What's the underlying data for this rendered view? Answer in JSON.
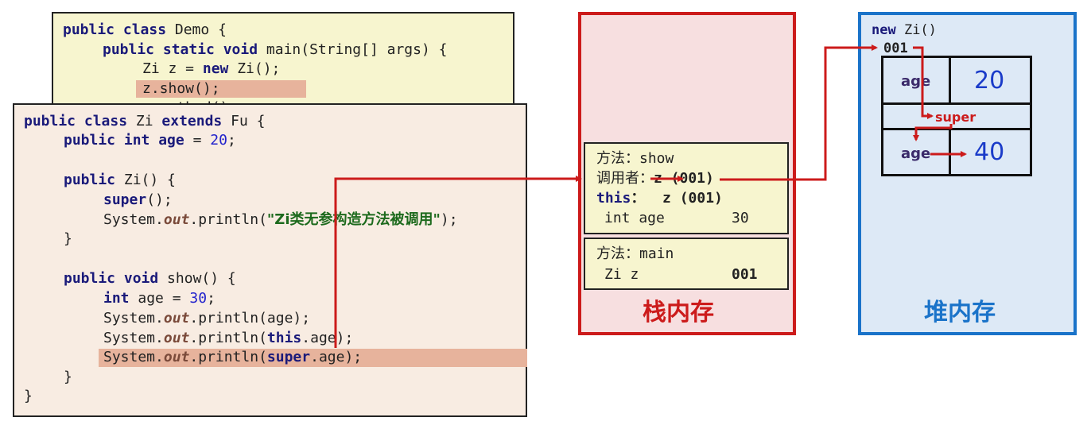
{
  "demo_code": {
    "line1": [
      "public class",
      " Demo {"
    ],
    "line2": [
      "public static void",
      " main(String[] args) {"
    ],
    "line3": [
      "Zi z = ",
      "new",
      " Zi();"
    ],
    "line4": "z.show();",
    "line5": "z.method();"
  },
  "zi_code": {
    "line1": [
      "public class",
      " Zi ",
      "extends",
      " Fu {"
    ],
    "line2": [
      "public int",
      " age",
      " = ",
      "20",
      ";"
    ],
    "line3": [
      "public",
      " Zi() {"
    ],
    "line4": [
      "super",
      "();"
    ],
    "line5": [
      "System.",
      "out",
      ".println(",
      "\"Zi类无参构造方法被调用\"",
      ");"
    ],
    "line6": "}",
    "line7": [
      "public void",
      " show() {"
    ],
    "line8": [
      "int",
      " age = ",
      "30",
      ";"
    ],
    "line9": [
      "System.",
      "out",
      ".println(age);"
    ],
    "line10": [
      "System.",
      "out",
      ".println(",
      "this",
      ".age);"
    ],
    "line11": [
      "System.",
      "out",
      ".println(",
      "super",
      ".age);"
    ],
    "line12": "}",
    "line13": "}"
  },
  "stack": {
    "title": "栈内存",
    "show_frame": {
      "method_label": "方法：",
      "method_name": "show",
      "caller_label": "调用者：",
      "caller_value": "z (001)",
      "this_label": "this",
      "this_value": "：  z (001)",
      "var_decl": "int age",
      "var_value": "30"
    },
    "main_frame": {
      "method_label": "方法：",
      "method_name": "main",
      "var_decl": "Zi z",
      "var_value": "001"
    }
  },
  "heap": {
    "title": "堆内存",
    "new_kw": "new",
    "new_class": " Zi()",
    "address": "001",
    "sub_field_name": "age",
    "sub_field_value": "20",
    "super_label": "super",
    "super_field_name": "age",
    "super_field_value": "40"
  },
  "colors": {
    "stack_border": "#cc1b1b",
    "heap_border": "#1a73c9",
    "arrow": "#cc1b1b",
    "keyword": "#1a1a7a",
    "number": "#2222cc"
  }
}
